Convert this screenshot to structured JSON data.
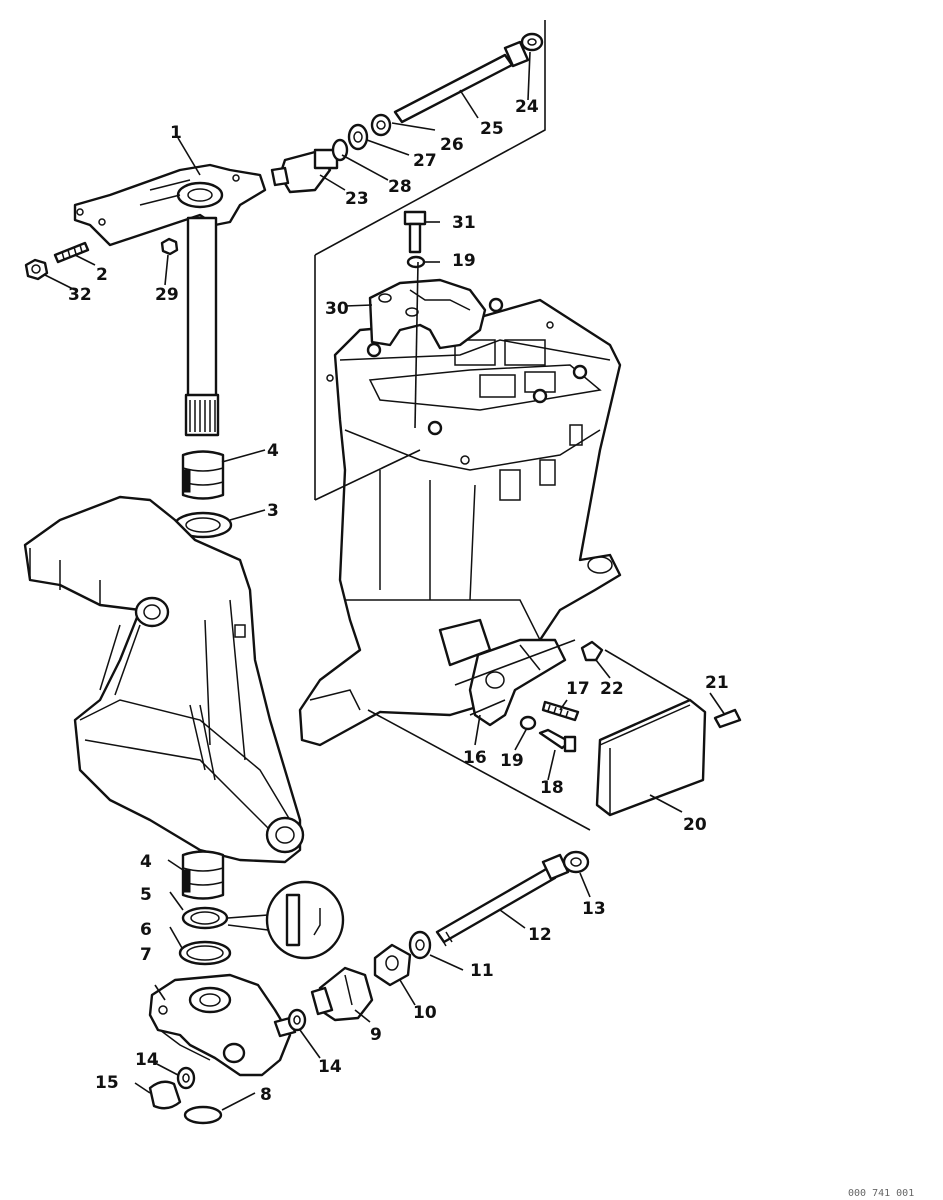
{
  "diagram": {
    "callouts": [
      {
        "id": "c1",
        "label": "1"
      },
      {
        "id": "c2",
        "label": "2"
      },
      {
        "id": "c3",
        "label": "3"
      },
      {
        "id": "c4a",
        "label": "4"
      },
      {
        "id": "c4b",
        "label": "4"
      },
      {
        "id": "c5",
        "label": "5"
      },
      {
        "id": "c6",
        "label": "6"
      },
      {
        "id": "c7",
        "label": "7"
      },
      {
        "id": "c8",
        "label": "8"
      },
      {
        "id": "c9",
        "label": "9"
      },
      {
        "id": "c10",
        "label": "10"
      },
      {
        "id": "c11",
        "label": "11"
      },
      {
        "id": "c12",
        "label": "12"
      },
      {
        "id": "c13",
        "label": "13"
      },
      {
        "id": "c14a",
        "label": "14"
      },
      {
        "id": "c14b",
        "label": "14"
      },
      {
        "id": "c15",
        "label": "15"
      },
      {
        "id": "c16",
        "label": "16"
      },
      {
        "id": "c17",
        "label": "17"
      },
      {
        "id": "c18",
        "label": "18"
      },
      {
        "id": "c19a",
        "label": "19"
      },
      {
        "id": "c19b",
        "label": "19"
      },
      {
        "id": "c20",
        "label": "20"
      },
      {
        "id": "c21",
        "label": "21"
      },
      {
        "id": "c22",
        "label": "22"
      },
      {
        "id": "c23",
        "label": "23"
      },
      {
        "id": "c24",
        "label": "24"
      },
      {
        "id": "c25",
        "label": "25"
      },
      {
        "id": "c26",
        "label": "26"
      },
      {
        "id": "c27",
        "label": "27"
      },
      {
        "id": "c28",
        "label": "28"
      },
      {
        "id": "c29",
        "label": "29"
      },
      {
        "id": "c30",
        "label": "30"
      },
      {
        "id": "c31",
        "label": "31"
      },
      {
        "id": "c32",
        "label": "32"
      }
    ],
    "footer_code": "000 741 001"
  }
}
